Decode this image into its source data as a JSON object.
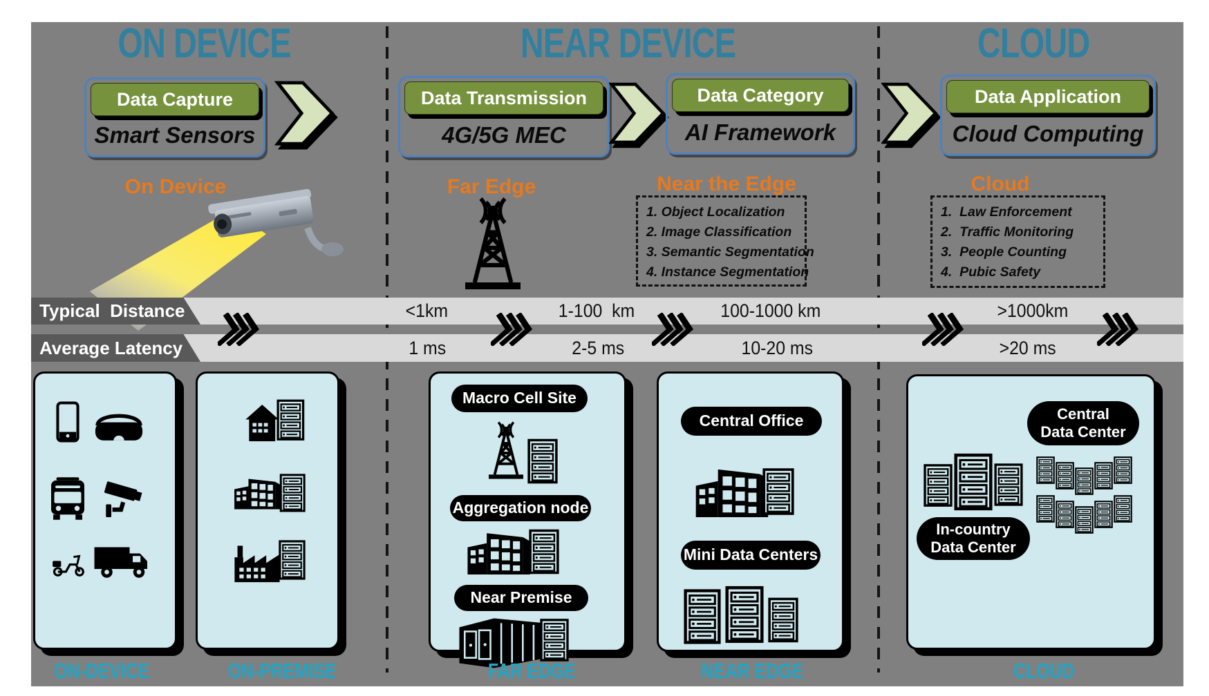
{
  "zone_titles": [
    "ON DEVICE",
    "NEAR DEVICE",
    "CLOUD"
  ],
  "stages": [
    {
      "header": "Data Capture",
      "tech": "Smart Sensors"
    },
    {
      "header": "Data Transmission",
      "tech": "4G/5G MEC"
    },
    {
      "header": "Data Category",
      "tech": "AI Framework"
    },
    {
      "header": "Data Application",
      "tech": "Cloud Computing"
    }
  ],
  "location_labels": [
    "On Device",
    "Far Edge",
    "Near the Edge",
    "Cloud"
  ],
  "ai_tasks": [
    "1. Object Localization",
    "2. Image Classification",
    "3. Semantic Segmentation",
    "4. Instance Segmentation"
  ],
  "applications": [
    "1.  Law Enforcement",
    "2.  Traffic Monitoring",
    "3.  People Counting",
    "4.  Pubic Safety"
  ],
  "distance_row": {
    "label": "Typical  Distance",
    "values": [
      "<1km",
      "1-100  km",
      "100-1000 km",
      ">1000km"
    ]
  },
  "latency_row": {
    "label": "Average Latency",
    "values": [
      "1 ms",
      "2-5 ms",
      "10-20 ms",
      ">20 ms"
    ]
  },
  "infrastructure": {
    "far_edge_pills": [
      "Macro Cell Site",
      "Aggregation node",
      "Near Premise"
    ],
    "near_edge_pills": [
      "Central Office",
      "Mini Data Centers"
    ],
    "cloud_pills": {
      "central": [
        "Central",
        "Data Center"
      ],
      "in_country": [
        "In-country",
        "Data Center"
      ]
    }
  },
  "tier_labels": [
    "ON-DEVICE",
    "ON-PREMISE",
    "FAR EDGE",
    "NEAR EDGE",
    "CLOUD"
  ],
  "colors": {
    "panel_gray": "#808080",
    "zone_title_teal": "#31809F",
    "tier_label_cyan": "#21A5C5",
    "orange": "#E8791D",
    "stage_green": "#76923C",
    "arrow_green": "#D6E3BC",
    "stage_border_blue": "#4F81BD",
    "bar_light_gray": "#D9D9D9",
    "bar_label_gray": "#595959",
    "box_pale_blue": "#D0E9EE"
  }
}
